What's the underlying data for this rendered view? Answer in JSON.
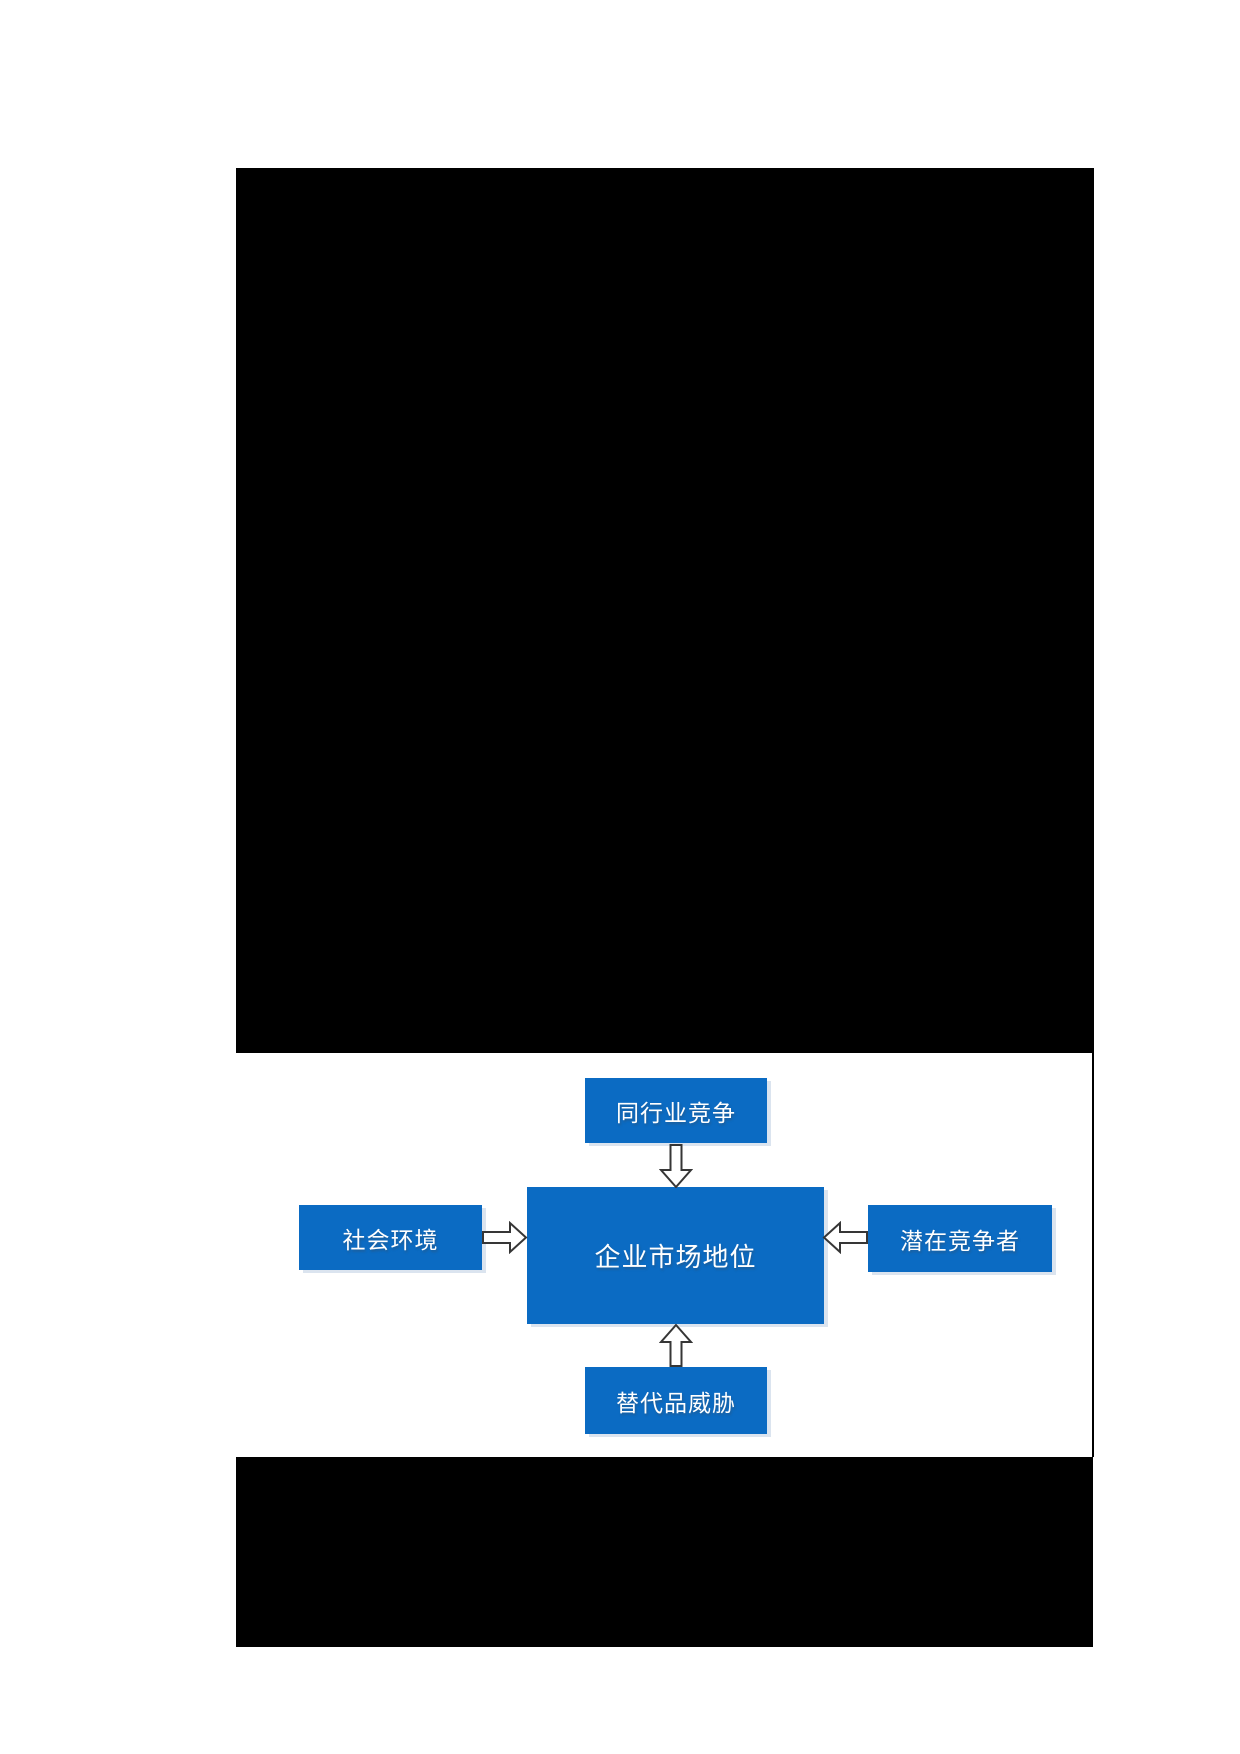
{
  "document": {
    "background_color": "#ffffff",
    "redaction_color": "#000000"
  },
  "diagram": {
    "node_fill_color": "#0b6bc3",
    "node_text_color": "#ffffff",
    "arrow_outline_color": "#363636",
    "nodes": {
      "top": {
        "label": "同行业竞争"
      },
      "left": {
        "label": "社会环境"
      },
      "center": {
        "label": "企业市场地位"
      },
      "right": {
        "label": "潜在竞争者"
      },
      "bottom": {
        "label": "替代品威胁"
      }
    },
    "edges": [
      {
        "from": "top",
        "to": "center",
        "direction": "down"
      },
      {
        "from": "left",
        "to": "center",
        "direction": "right"
      },
      {
        "from": "right",
        "to": "center",
        "direction": "left"
      },
      {
        "from": "bottom",
        "to": "center",
        "direction": "up"
      }
    ]
  }
}
